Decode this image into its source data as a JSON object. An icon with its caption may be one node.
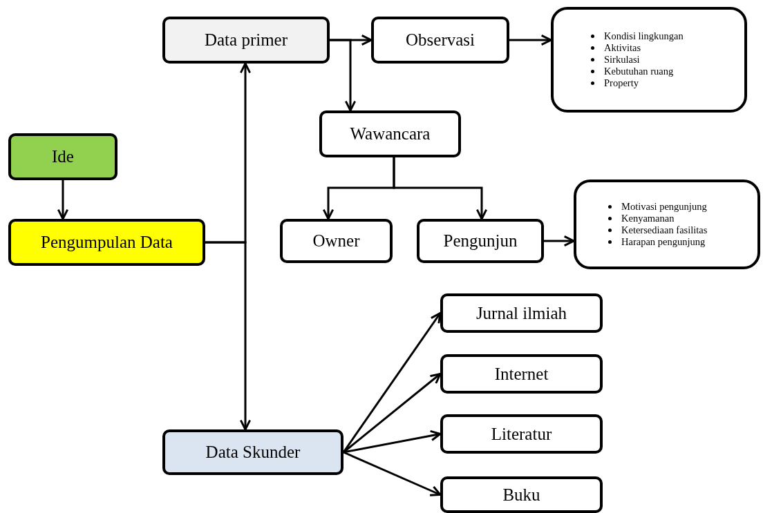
{
  "diagram": {
    "nodes": [
      {
        "text": [
          "Ide"
        ]
      },
      {
        "text": [
          "Pengumpulan Data"
        ]
      },
      {
        "text": [
          "Data primer"
        ]
      },
      {
        "text": [
          "Observasi"
        ]
      },
      {
        "text": [
          "Kondisi lingkungan",
          "Aktivitas",
          "Sirkulasi",
          "Kebutuhan ruang",
          "Property"
        ]
      },
      {
        "text": [
          "Wawancara"
        ]
      },
      {
        "text": [
          "Owner"
        ]
      },
      {
        "text": [
          "Pengunjun"
        ]
      },
      {
        "text": [
          "Motivasi pengunjung",
          "Kenyamanan",
          "Ketersediaan fasilitas",
          "Harapan pengunjung"
        ]
      },
      {
        "text": [
          "Data Skunder"
        ]
      },
      {
        "text": [
          "Jurnal ilmiah"
        ]
      },
      {
        "text": [
          "Internet"
        ]
      },
      {
        "text": [
          "Literatur"
        ]
      },
      {
        "text": [
          "Buku"
        ]
      }
    ],
    "edges": [
      {
        "from": 0,
        "to": 1,
        "arrow": "to"
      },
      {
        "from": 1,
        "to": 2,
        "arrow": "to"
      },
      {
        "from": 1,
        "to": 9,
        "arrow": "to"
      },
      {
        "from": 2,
        "to": 3,
        "arrow": "to"
      },
      {
        "from": 2,
        "to": 5,
        "arrow": "to"
      },
      {
        "from": 3,
        "to": 4,
        "arrow": "to"
      },
      {
        "from": 5,
        "to": 6,
        "arrow": "to"
      },
      {
        "from": 5,
        "to": 7,
        "arrow": "to"
      },
      {
        "from": 7,
        "to": 8,
        "arrow": "to"
      },
      {
        "from": 9,
        "to": 10,
        "arrow": "to"
      },
      {
        "from": 9,
        "to": 11,
        "arrow": "to"
      },
      {
        "from": 9,
        "to": 12,
        "arrow": "to"
      },
      {
        "from": 9,
        "to": 13,
        "arrow": "to"
      }
    ]
  }
}
